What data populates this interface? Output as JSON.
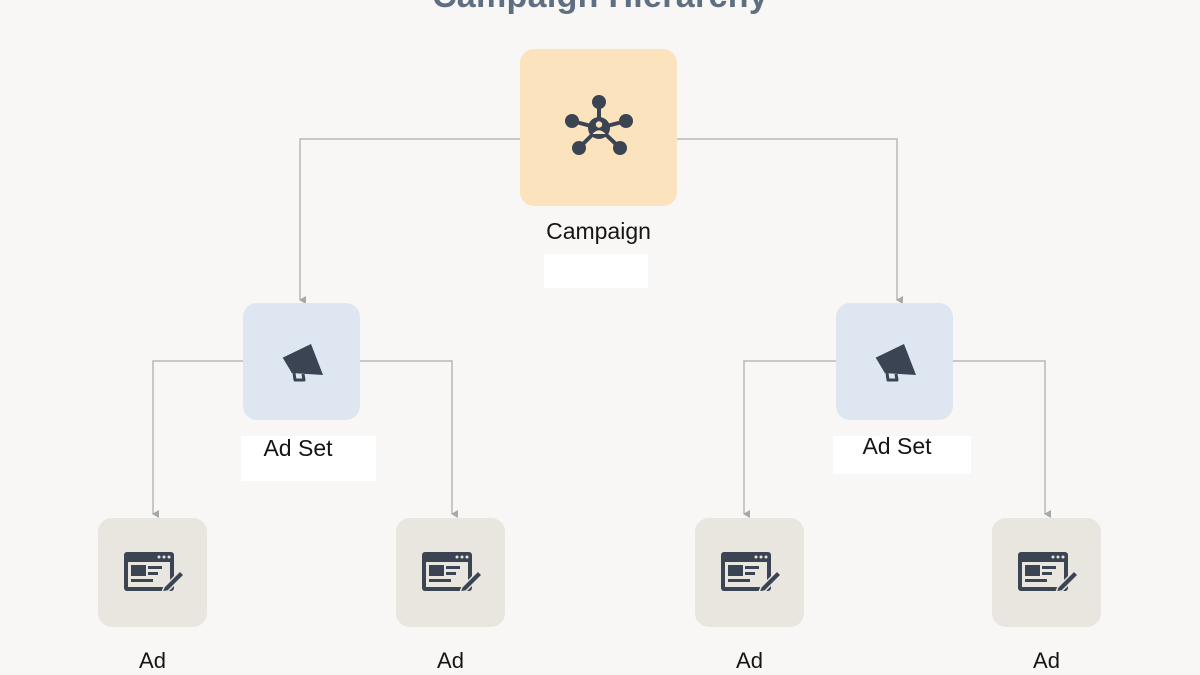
{
  "diagram": {
    "title": "Campaign Hierarchy",
    "campaign": {
      "label": "Campaign",
      "icon": "network-icon"
    },
    "ad_sets": [
      {
        "label": "Ad Set",
        "icon": "megaphone-icon"
      },
      {
        "label": "Ad Set",
        "icon": "megaphone-icon"
      }
    ],
    "ads": [
      {
        "label": "Ad",
        "icon": "ad-creative-icon"
      },
      {
        "label": "Ad",
        "icon": "ad-creative-icon"
      },
      {
        "label": "Ad",
        "icon": "ad-creative-icon"
      },
      {
        "label": "Ad",
        "icon": "ad-creative-icon"
      }
    ],
    "colors": {
      "background": "#f8f7f5",
      "campaign_fill": "#fbe3bd",
      "adset_fill": "#dde6f1",
      "ad_fill": "#e9e5df",
      "icon": "#3b4452",
      "connector": "#b8b8b8",
      "title": "#5f6f82"
    }
  }
}
